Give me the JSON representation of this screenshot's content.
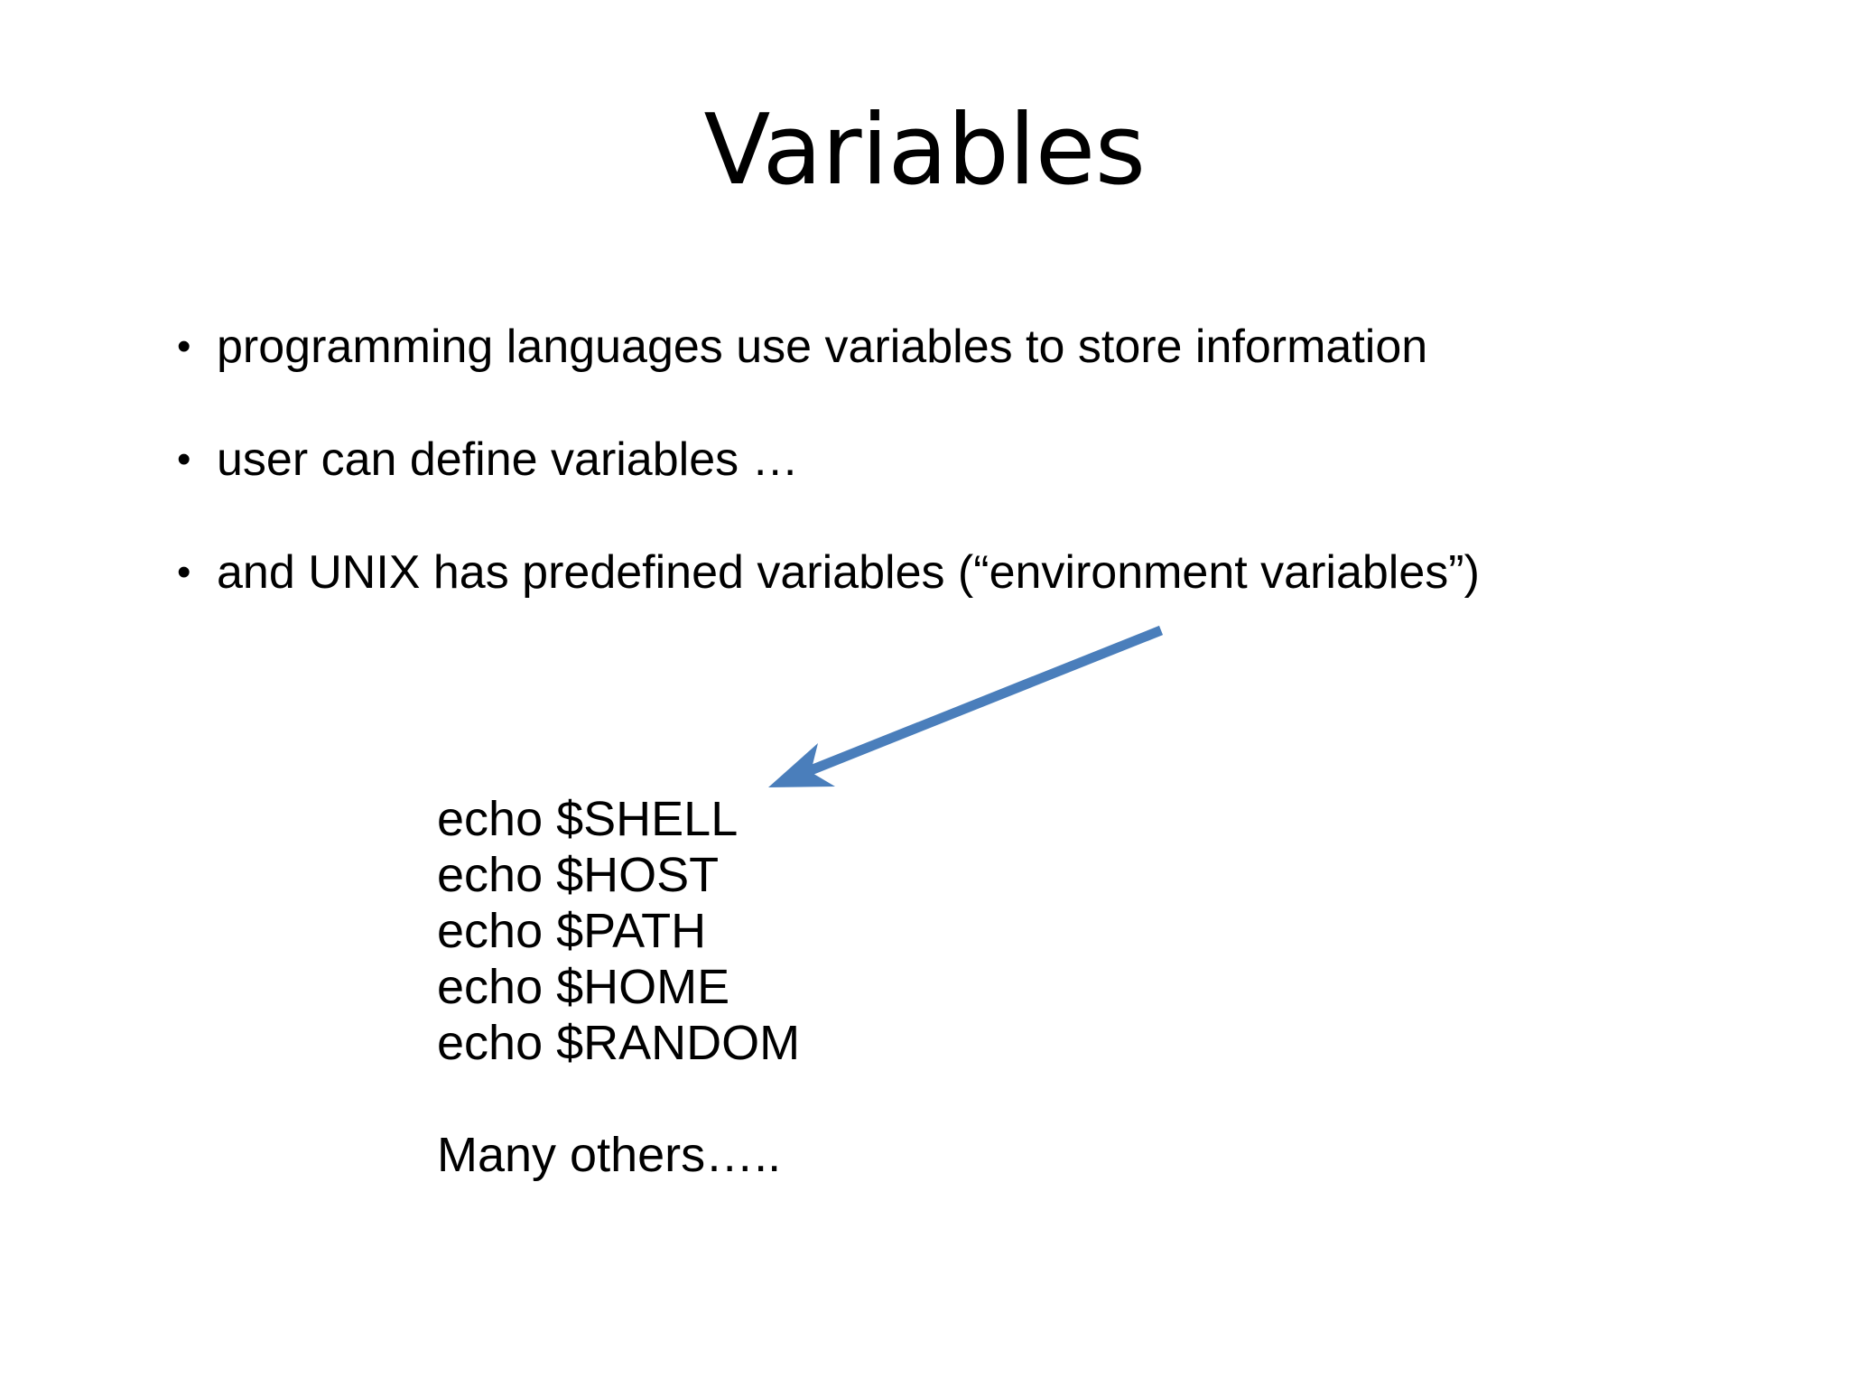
{
  "slide": {
    "title": "Variables",
    "background_color": "#FFFFFF",
    "text_color": "#000000"
  },
  "bullets": [
    {
      "marker": "•",
      "text": "programming languages use variables to store information"
    },
    {
      "marker": "•",
      "text": "user can define variables …"
    },
    {
      "marker": "•",
      "text": "and UNIX has predefined variables (“environment variables”)"
    }
  ],
  "commands": [
    "echo $SHELL",
    "echo $HOST",
    "echo $PATH",
    "echo $HOME",
    "echo $RANDOM"
  ],
  "many_others": "Many others…..",
  "arrow": {
    "color": "#4A7EBB",
    "points_from": "environment variables text",
    "points_to": "echo command list"
  }
}
